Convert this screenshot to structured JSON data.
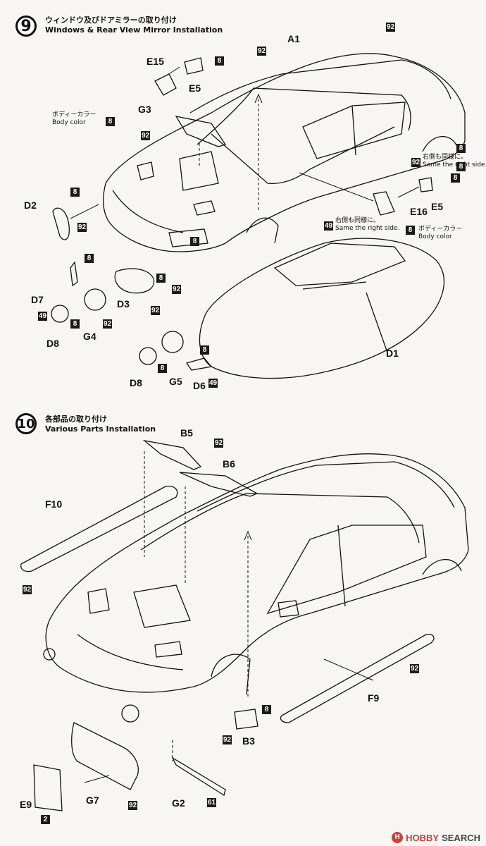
{
  "step9": {
    "number": "9",
    "title_jp": "ウィンドウ及びドアミラーの取り付け",
    "title_en": "Windows & Rear View Mirror Installation",
    "body_color_jp": "ボディーカラー",
    "body_color_en": "Body color",
    "right_side_jp": "右側も同様に。",
    "right_side_en": "Same the right side.",
    "right_side2_jp": "右側も同様に。",
    "right_side2_en": "Same the right side.",
    "body_color2_jp": "ボディーカラー",
    "body_color2_en": "Body color"
  },
  "step10": {
    "number": "10",
    "title_jp": "各部品の取り付け",
    "title_en": "Various Parts Installation"
  },
  "parts9": [
    "A1",
    "E15",
    "E5",
    "G3",
    "D2",
    "D7",
    "D3",
    "G4",
    "D8",
    "D1",
    "G5",
    "D6",
    "D8",
    "E16",
    "E5"
  ],
  "parts10": [
    "B5",
    "B6",
    "F10",
    "F9",
    "B3",
    "E9",
    "G7",
    "G2"
  ],
  "badges9": [
    "92",
    "92",
    "8",
    "8",
    "8",
    "92",
    "8",
    "8",
    "92",
    "8",
    "8",
    "92",
    "8",
    "49",
    "92",
    "8",
    "49",
    "8",
    "8",
    "8",
    "92",
    "92",
    "8",
    "49",
    "8"
  ],
  "badges10": [
    "92",
    "92",
    "92",
    "8",
    "92",
    "92",
    "92",
    "61",
    "2"
  ],
  "watermark": {
    "logo": "H",
    "brand": "HOBBY",
    "suffix": "SEARCH"
  }
}
